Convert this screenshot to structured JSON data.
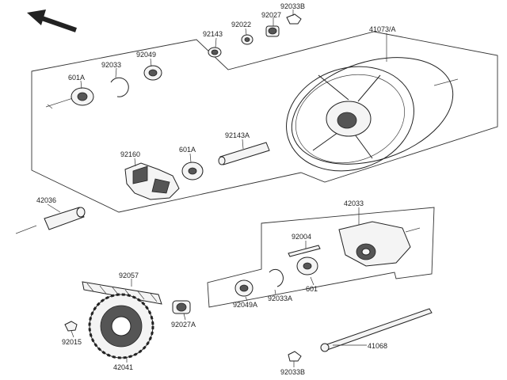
{
  "labels": {
    "l_92033b_top": "92033B",
    "l_92027": "92027",
    "l_92022": "92022",
    "l_92143": "92143",
    "l_41073a": "41073/A",
    "l_601a_top": "601A",
    "l_92033": "92033",
    "l_92049": "92049",
    "l_92160": "92160",
    "l_601a_mid": "601A",
    "l_92143a": "92143A",
    "l_42036": "42036",
    "l_42033": "42033",
    "l_92004": "92004",
    "l_601": "601",
    "l_92033a": "92033A",
    "l_92049a": "92049A",
    "l_92057": "92057",
    "l_92027a": "92027A",
    "l_92015": "92015",
    "l_42041": "42041",
    "l_41068": "41068",
    "l_92033b_bot": "92033B"
  },
  "icons": {
    "front_arrow": "front-direction-arrow-icon"
  }
}
